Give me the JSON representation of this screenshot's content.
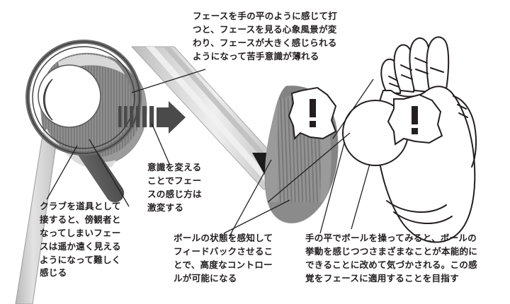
{
  "figure": {
    "title_text": "フェースを手の平のように感じて打つと、フェースを見る心象風景が変わり、フェースが大きく感じられるようになって苦手意識が薄れる",
    "palette": {
      "ink": "#231f20",
      "face_gray": "#8a8a8a",
      "face_dark": "#6f6f6f",
      "shaft_light": "#e4e4e4",
      "shaft_mid": "#cfcfcf",
      "shaft_dark": "#b4b4b4",
      "handle_gray": "#5e5e5e",
      "ferrule_black": "#1c1c1c",
      "arrow_gray": "#4a4a4a",
      "background": "#ffffff"
    }
  },
  "captions": {
    "top": "フェースを手の平のように感じて打\nつと、フェースを見る心象風景が変\nわり、フェースが大きく感じられる\nようになって苦手意識が薄れる",
    "left": "クラブを道具として\n接すると、傍観者と\nなってしまいフェー\nスは遥か遠く見える\nようになって難しく\n感じる",
    "middle": "意識を変える\nことでフェー\nスの感じ方は\n激変する",
    "bottom_center": "ボールの状態を感知して\nフィードバックさせるこ\nとで、高度なコントロー\nルが可能になる",
    "bottom_right": "手の平でボールを操ってみると、ボールの\n挙動を感じつつさまざまなことが本能的に\nできることに改めて気づかされる。この感\n覚をフェースに適用することを目指す"
  },
  "illustration": {
    "elements": [
      "golf-club-with-magnifier",
      "motion-arrow",
      "large-club-shaft-and-head",
      "exclamation-burst-on-clubface",
      "hand-holding-ball",
      "exclamation-burst-on-hand",
      "leader-lines"
    ],
    "burst_symbol": "!",
    "arrow_bar_count": 6
  }
}
